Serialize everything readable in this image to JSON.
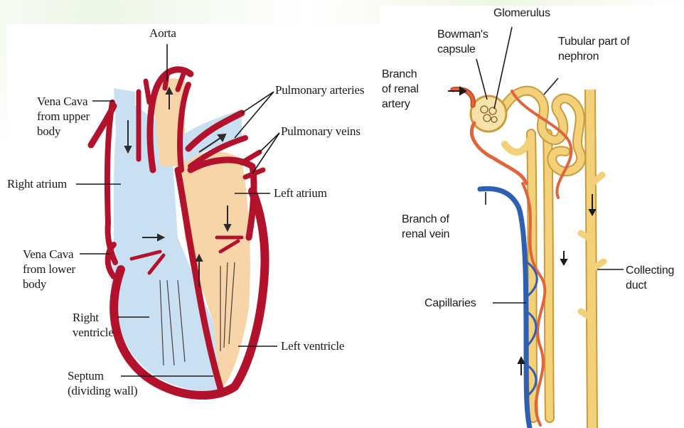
{
  "heart": {
    "labels": {
      "aorta": "Aorta",
      "vena_cava_upper": "Vena Cava\nfrom upper\nbody",
      "pulmonary_arteries": "Pulmonary arteries",
      "pulmonary_veins": "Pulmonary veins",
      "right_atrium": "Right atrium",
      "left_atrium": "Left atrium",
      "vena_cava_lower": "Vena Cava\nfrom lower\nbody",
      "right_ventricle": "Right\nventricle",
      "left_ventricle": "Left ventricle",
      "septum": "Septum\n(dividing wall)"
    }
  },
  "nephron": {
    "labels": {
      "glomerulus": "Glomerulus",
      "bowmans_capsule": "Bowman's\ncapsule",
      "tubular_part": "Tubular part of\nnephron",
      "branch_renal_artery": "Branch\nof renal\nartery",
      "branch_renal_vein": "Branch of\nrenal vein",
      "collecting_duct": "Collecting\nduct",
      "capillaries": "Capillaries"
    }
  },
  "colors": {
    "oxygenated_blood": "#f7d5a8",
    "deoxygenated_blood": "#c9e0f3",
    "heart_wall": "#b3122d",
    "artery": "#e0643c",
    "vein": "#2e5fb0",
    "tubule": "#f3d07a"
  }
}
